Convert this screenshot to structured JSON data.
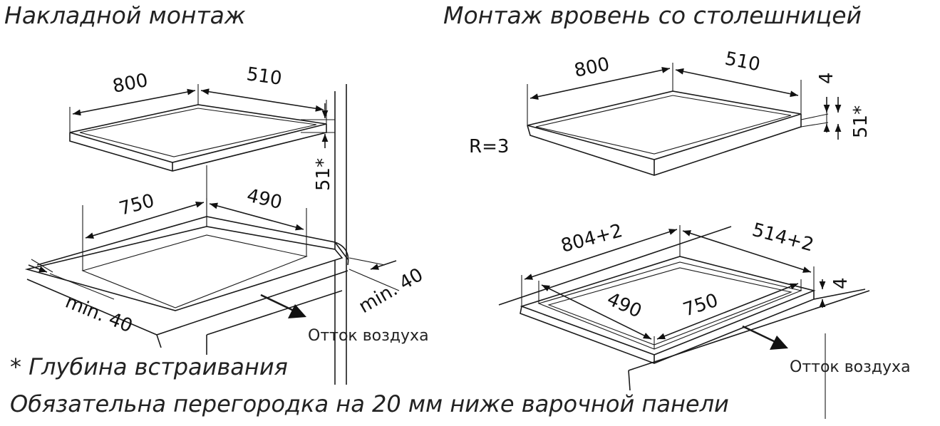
{
  "titles": {
    "overlay": "Накладной монтаж",
    "flush": "Монтаж вровень со столешницей"
  },
  "overlay": {
    "width": "800",
    "depth": "510",
    "cutout_width": "750",
    "cutout_depth": "490",
    "built_in_depth": "51*",
    "min_front": "min. 40",
    "min_back": "min. 40",
    "airflow": "Отток воздуха"
  },
  "flush": {
    "width": "800",
    "depth": "510",
    "top_step": "4",
    "built_in_depth": "51*",
    "radius": "R=3",
    "recess_width": "804+2",
    "recess_depth": "514+2",
    "recess_step": "4",
    "cutout_depth": "490",
    "cutout_width": "750",
    "airflow": "Отток воздуха"
  },
  "notes": {
    "depth_note": "* Глубина встраивания",
    "partition_note": "Обязательна перегородка на 20 мм ниже варочной панели"
  }
}
